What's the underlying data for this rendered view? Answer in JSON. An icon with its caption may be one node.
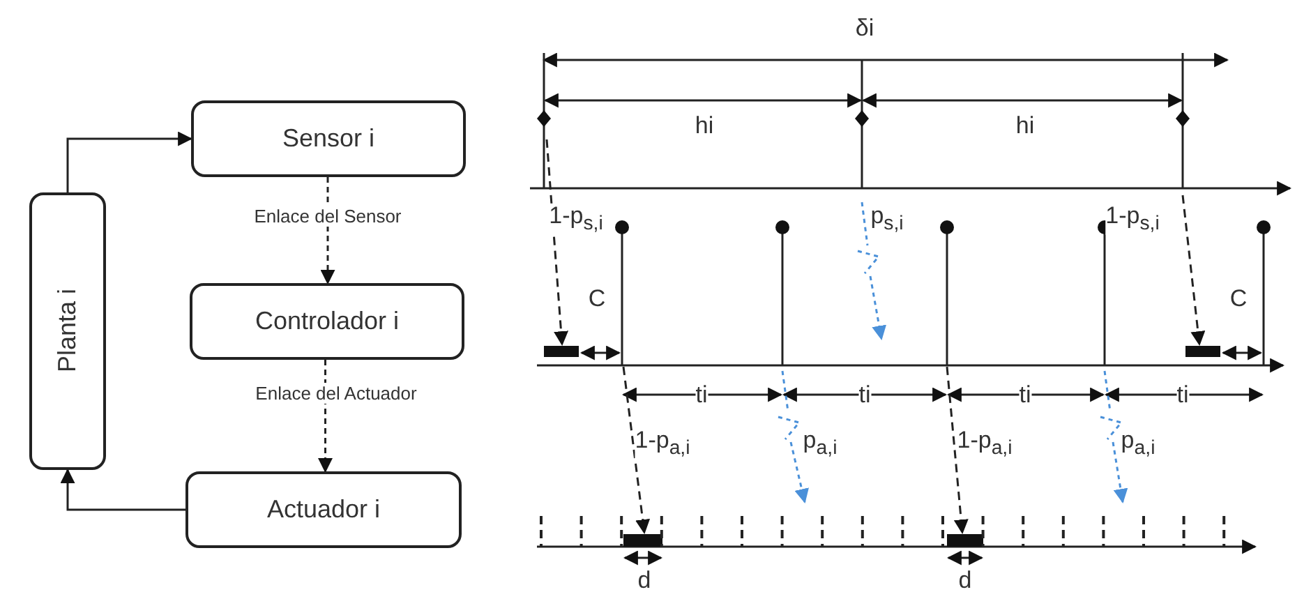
{
  "diagram": {
    "nodes": [
      {
        "text": [
          "Sensor i"
        ]
      },
      {
        "text": [
          "Controlador i"
        ]
      },
      {
        "text": [
          "Actuador i"
        ]
      },
      {
        "text": [
          "Planta i"
        ]
      }
    ],
    "edges": [
      {
        "from": 3,
        "to": 0,
        "arrow": "to"
      },
      {
        "from": 0,
        "to": 1,
        "arrow": "to",
        "label": "Enlace del Sensor",
        "style": "dashed"
      },
      {
        "from": 1,
        "to": 2,
        "arrow": "to",
        "label": "Enlace del Actuador",
        "style": "dashed"
      },
      {
        "from": 2,
        "to": 3,
        "arrow": "to"
      }
    ],
    "labels": [
      "δi",
      "hi",
      "hi",
      "1-p$_{s,i}$",
      "p$_{s,i}$",
      "1-p$_{s,i}$",
      "C",
      "C",
      "ti",
      "ti",
      "ti",
      "ti",
      "1-p$_{a,i}$",
      "p$_{a,i}$",
      "1-p$_{a,i}$",
      "p$_{a,i}$",
      "d",
      "d"
    ]
  }
}
